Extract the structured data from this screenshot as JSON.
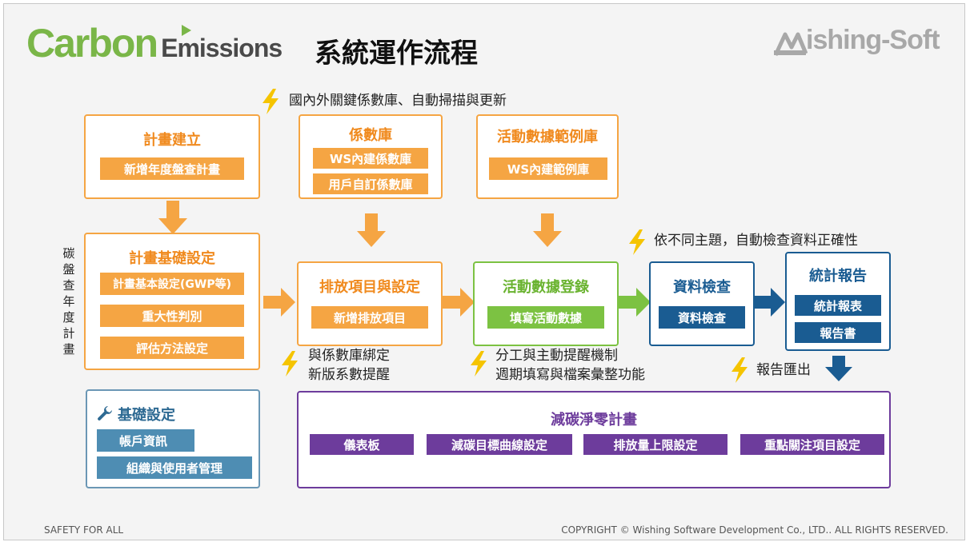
{
  "header": {
    "logo_carbon": "Carbon",
    "logo_emissions": "Emissions",
    "title": "系統運作流程",
    "brand": "ishing-Soft",
    "brand_icon": "ws-logo-icon"
  },
  "notes": {
    "top": "國內外關鍵係數庫、自動掃描與更新",
    "check": "依不同主題，自動檢查資料正確性",
    "bind_line1": "與係數庫綁定",
    "bind_line2": "新版系數提醒",
    "work_line1": "分工與主動提醒機制",
    "work_line2": "週期填寫與檔案彙整功能",
    "export": "報告匯出"
  },
  "side_label": "碳盤查年度計畫",
  "boxes": {
    "plan_create": {
      "title": "計畫建立",
      "items": [
        "新增年度盤查計畫"
      ]
    },
    "coef_db": {
      "title": "係數庫",
      "items": [
        "WS內建係數庫",
        "用戶自訂係數庫"
      ]
    },
    "activity_example": {
      "title": "活動數據範例庫",
      "items": [
        "WS內建範例庫"
      ]
    },
    "plan_basic": {
      "title": "計畫基礎設定",
      "items": [
        "計畫基本設定(GWP等)",
        "重大性判別",
        "評估方法設定"
      ]
    },
    "emission_items": {
      "title": "排放項目與設定",
      "items": [
        "新增排放項目"
      ]
    },
    "activity_reg": {
      "title": "活動數據登錄",
      "items": [
        "填寫活動數據"
      ]
    },
    "data_check": {
      "title": "資料檢查",
      "items": [
        "資料檢查"
      ]
    },
    "stat_report": {
      "title": "統計報告",
      "items": [
        "統計報表",
        "報告書"
      ]
    },
    "base_settings": {
      "title": "基礎設定",
      "icon": "wrench-icon",
      "items": [
        "帳戶資訊",
        "組織與使用者管理"
      ]
    },
    "net_zero": {
      "title": "減碳淨零計畫",
      "items": [
        "儀表板",
        "減碳目標曲線設定",
        "排放量上限設定",
        "重點關注項目設定"
      ]
    }
  },
  "colors": {
    "orange": "#f5a543",
    "green": "#7cc242",
    "blue": "#1a5c92",
    "steel": "#4e8db3",
    "purple": "#6d3c9c",
    "bolt": "#f5c400",
    "carbon_green": "#7ab648"
  },
  "footer": {
    "left": "SAFETY FOR ALL",
    "right": "COPYRIGHT © Wishing Software Development Co., LTD.. ALL RIGHTS RESERVED."
  }
}
